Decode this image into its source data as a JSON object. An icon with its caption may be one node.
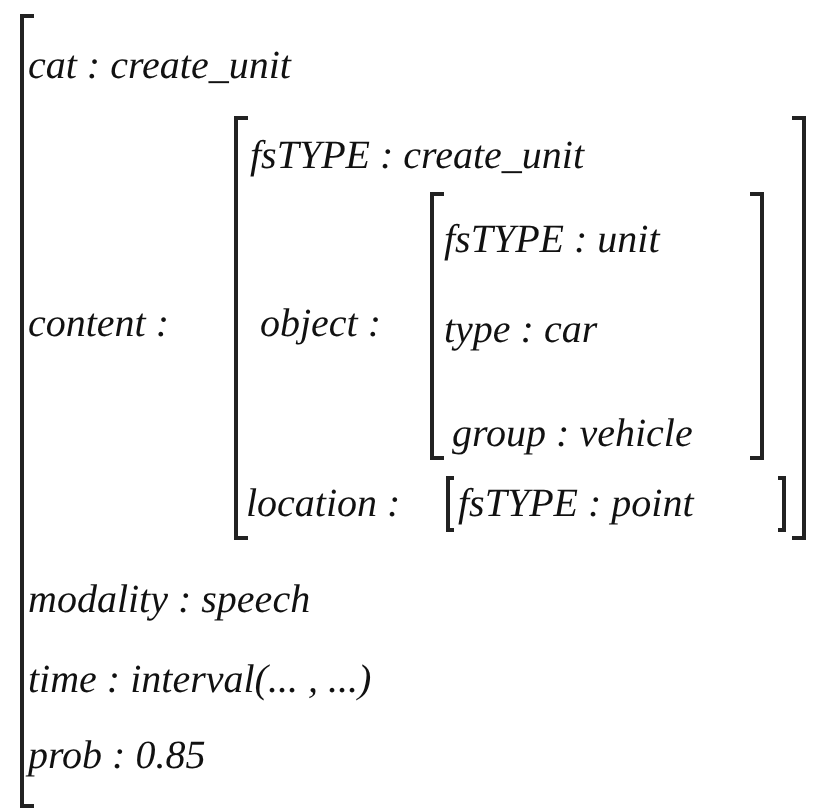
{
  "diagram": {
    "nodes": [
      {
        "text": [
          "cat : create_unit",
          "content :",
          "modality : speech",
          "time : interval(... , ...)",
          "prob : 0.85"
        ]
      },
      {
        "text": [
          "fsTYPE : create_unit",
          "object :",
          "location :"
        ],
        "in": 0
      },
      {
        "text": [
          "fsTYPE : unit",
          "type : car",
          "group : vehicle"
        ],
        "in": 1
      },
      {
        "text": [
          "fsTYPE : point"
        ],
        "in": 1
      }
    ]
  }
}
